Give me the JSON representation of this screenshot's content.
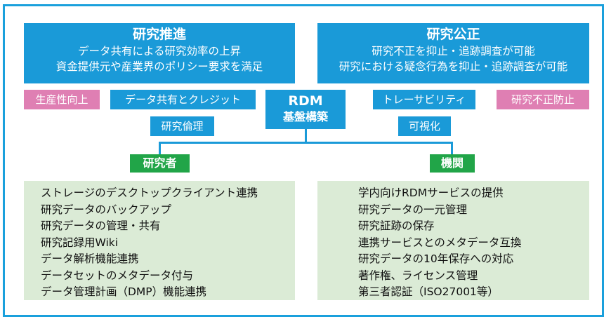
{
  "left_goal": {
    "title": "研究推進",
    "lines": [
      "データ共有による研究効率の上昇",
      "資金提供元や産業界のポリシー要求を満足"
    ]
  },
  "right_goal": {
    "title": "研究公正",
    "lines": [
      "研究不正を抑止・追跡調査が可能",
      "研究における疑念行為を抑止・追跡調査が可能"
    ]
  },
  "center": {
    "line1": "RDM",
    "line2": "基盤構築"
  },
  "tags": {
    "productivity": "生産性向上",
    "data_sharing_credit": "データ共有とクレジット",
    "research_ethics": "研究倫理",
    "traceability": "トレーサビリティ",
    "fraud_prevention": "研究不正防止",
    "visualization": "可視化"
  },
  "researcher": {
    "label": "研究者",
    "items": [
      "ストレージのデスクトップクライアント連携",
      "研究データのバックアップ",
      "研究データの管理・共有",
      "研究記録用Wiki",
      "データ解析機能連携",
      "データセットのメタデータ付与",
      "データ管理計画（DMP）機能連携"
    ]
  },
  "institution": {
    "label": "機関",
    "items": [
      "学内向けRDMサービスの提供",
      "研究データの一元管理",
      "研究証跡の保存",
      "連携サービスとのメタデータ互換",
      "研究データの10年保存への対応",
      "著作権、ライセンス管理",
      "第三者認証（ISO27001等）"
    ]
  },
  "colors": {
    "blue": "#1a9ad8",
    "pink": "#df7fb3",
    "green": "#21a548",
    "panel": "#dbebd6"
  }
}
